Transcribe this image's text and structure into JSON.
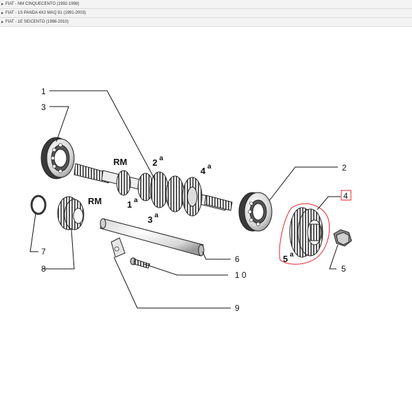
{
  "models": [
    {
      "label": "FIAT - NM CINQUECENTO (1992-1998)"
    },
    {
      "label": "FIAT - 1S PANDA 4X2 MAQ 91 (1991-2003)"
    },
    {
      "label": "FIAT - 1E SEICENTO (1998-2010)"
    }
  ],
  "diagram": {
    "callouts": {
      "c1": "1",
      "c2": "2",
      "c3": "3",
      "c4": "4",
      "c5": "5",
      "c6": "6",
      "c7": "7",
      "c8": "8",
      "c9": "9",
      "c10": "1 0"
    },
    "gear_labels": {
      "rm_shaft": "RM",
      "rm_gear": "RM",
      "g1": "1",
      "g2": "2",
      "g3": "3",
      "g4": "4",
      "g5": "5",
      "sup": "a"
    },
    "colors": {
      "highlight": "#e8202a",
      "line": "#111111"
    },
    "highlighted_part": "4"
  }
}
